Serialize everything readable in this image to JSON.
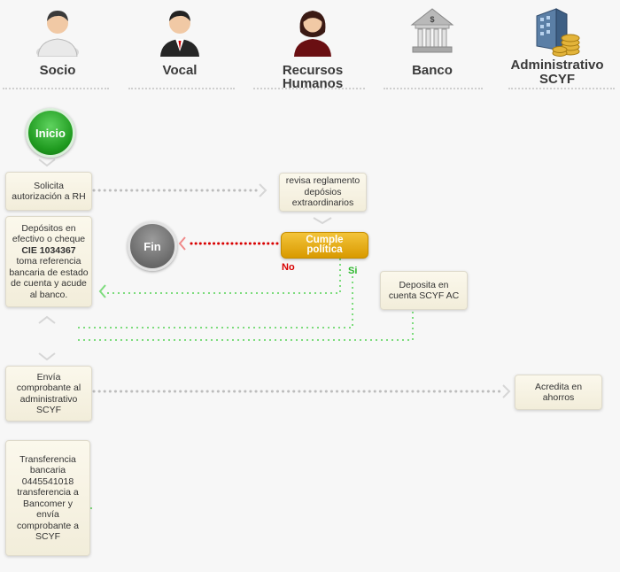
{
  "actors": [
    {
      "label": "Socio",
      "icon": "man-casual-icon"
    },
    {
      "label": "Vocal",
      "icon": "man-suit-icon"
    },
    {
      "label": "Recursos Humanos",
      "icon": "woman-icon"
    },
    {
      "label": "Banco",
      "icon": "bank-icon"
    },
    {
      "label": "Administrativo",
      "label2": "SCYF",
      "icon": "building-coins-icon"
    }
  ],
  "start": "Inicio",
  "end": "Fin",
  "steps": {
    "solicita": "Solicita autorización a RH",
    "revisa": "revisa reglamento depósios extraordinarios",
    "decision": "Cumple política",
    "no_label": "No",
    "si_label": "Si",
    "depositos_1": "Depósitos en efectivo o cheque",
    "depositos_bold": "CIE 1034367",
    "depositos_2": "toma referencia bancaria de estado de cuenta y acude al banco.",
    "deposita": "Deposita en cuenta SCYF AC",
    "envia": "Envía comprobante al administrativo SCYF",
    "acredita": "Acredita en ahorros",
    "transferencia": "Transferencia bancaria 0445541018 transferencia a Bancomer y envía comprobante a SCYF"
  },
  "colors": {
    "start_green": "#1f9a1f",
    "end_gray": "#6d6d6d",
    "decision_gold": "#e0a800",
    "no_red": "#d80000",
    "si_green": "#2fb82f",
    "connector_gray": "#bbbbbb"
  }
}
